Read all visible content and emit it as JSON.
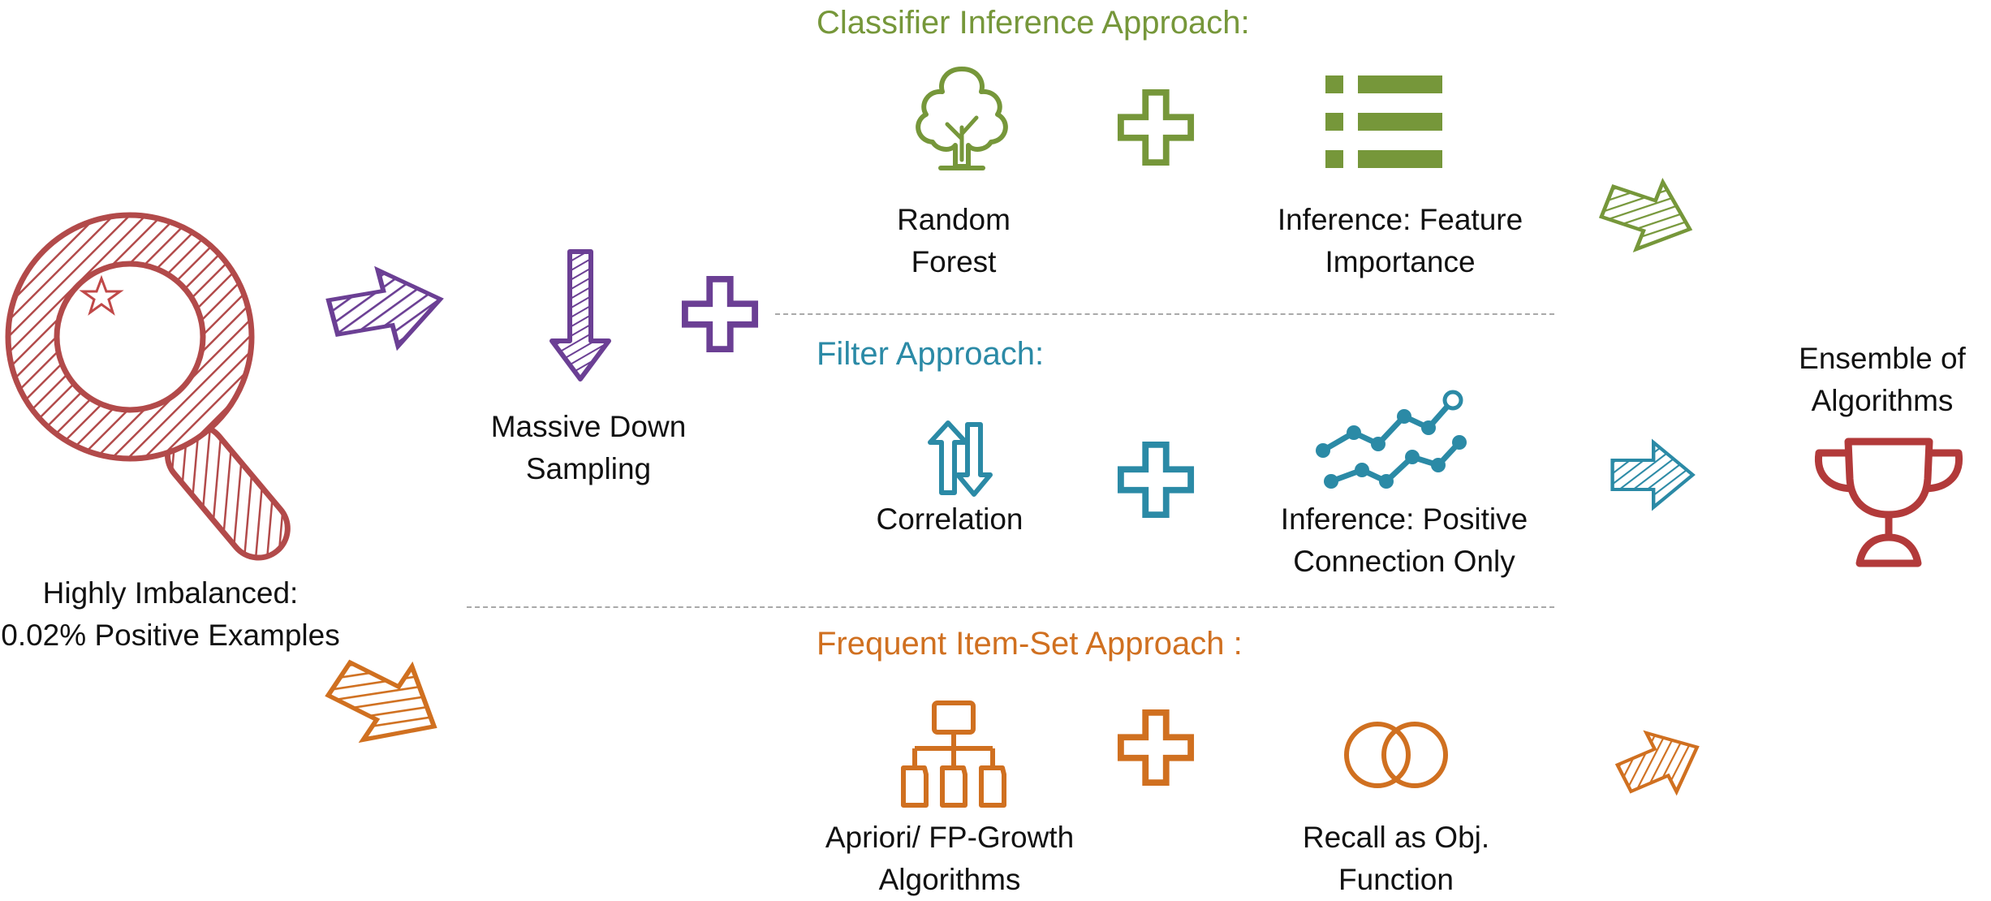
{
  "colors": {
    "green": "#76973a",
    "teal": "#2b8aa6",
    "orange": "#d07020",
    "purple": "#6b3f94",
    "red": "#b24a4a",
    "trophy": "#b23a3a",
    "separator": "#a9a9a9"
  },
  "input": {
    "label_line1": "Highly Imbalanced:",
    "label_line2": "0.02% Positive Examples",
    "icon": "magnifier-icon"
  },
  "downsampling": {
    "label_line1": "Massive Down",
    "label_line2": "Sampling",
    "icon": "down-arrow-icon"
  },
  "approaches": [
    {
      "heading": "Classifier Inference Approach:",
      "left_label_line1": "Random",
      "left_label_line2": "Forest",
      "left_icon": "tree-icon",
      "right_label_line1": "Inference: Feature",
      "right_label_line2": "Importance",
      "right_icon": "list-icon"
    },
    {
      "heading": "Filter Approach:",
      "left_label_line1": "Correlation",
      "left_icon": "up-down-arrows-icon",
      "right_label_line1": "Inference: Positive",
      "right_label_line2": "Connection Only",
      "right_icon": "line-chart-icon"
    },
    {
      "heading": "Frequent Item-Set Approach :",
      "left_label_line1": "Apriori/ FP-Growth",
      "left_label_line2": "Algorithms",
      "left_icon": "hierarchy-icon",
      "right_label_line1": "Recall as Obj.",
      "right_label_line2": "Function",
      "right_icon": "rings-icon"
    }
  ],
  "output": {
    "label_line1": "Ensemble of",
    "label_line2": "Algorithms",
    "icon": "trophy-icon"
  }
}
